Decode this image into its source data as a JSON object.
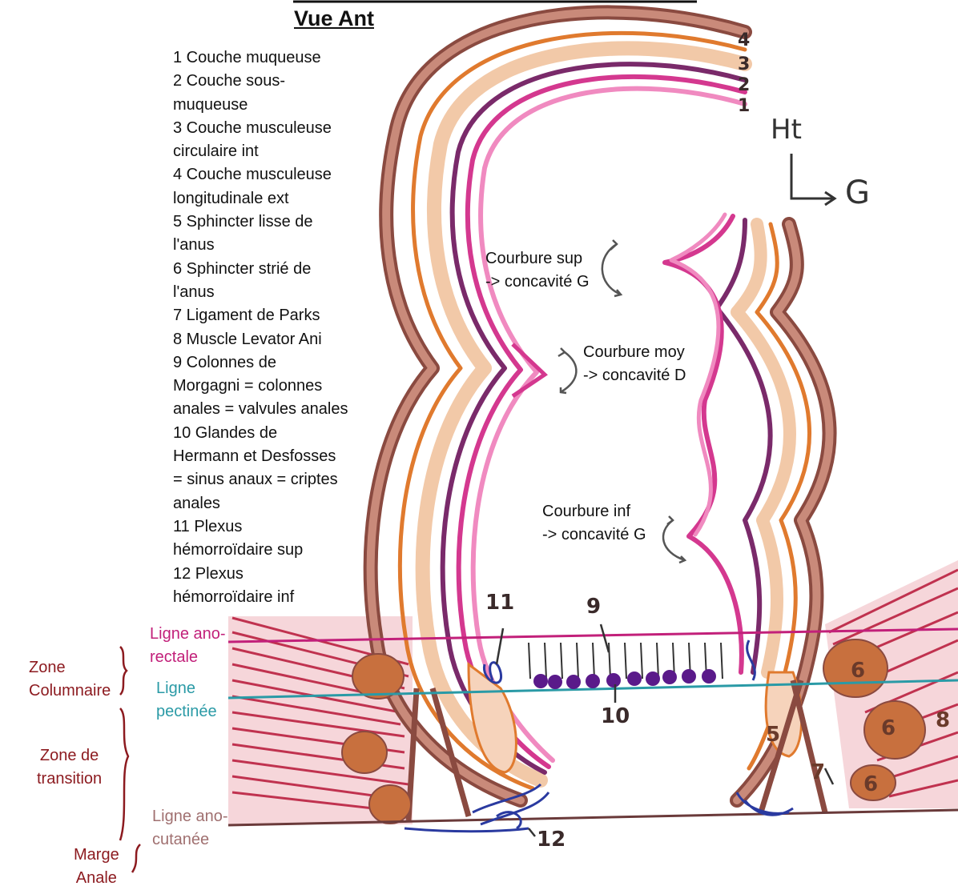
{
  "title": "Vue Ant",
  "legend": [
    "1 Couche muqueuse",
    "2 Couche sous-",
    "muqueuse",
    "3 Couche musculeuse",
    "circulaire int",
    "4 Couche musculeuse",
    "longitudinale ext",
    "5 Sphincter lisse de",
    "l'anus",
    "6 Sphincter strié de",
    "l'anus",
    "7 Ligament de Parks",
    "8 Muscle Levator Ani",
    "9 Colonnes de",
    "Morgagni = colonnes",
    "anales = valvules anales",
    "10 Glandes de",
    "Hermann et Desfosses",
    "= sinus anaux = criptes",
    "anales",
    "11 Plexus",
    "hémorroïdaire sup",
    "12 Plexus",
    "hémorroïdaire inf"
  ],
  "curvatures": {
    "sup": [
      "Courbure sup",
      "-> concavité G"
    ],
    "moy": [
      "Courbure moy",
      "-> concavité D"
    ],
    "inf": [
      "Courbure inf",
      "-> concavité G"
    ]
  },
  "orientation": {
    "up": "Ht",
    "left": "G"
  },
  "lines": {
    "anorectale": [
      "Ligne ano-",
      "rectale"
    ],
    "pectinee": [
      "Ligne",
      "pectinée"
    ],
    "anocutanee": [
      "Ligne ano-",
      "cutanée"
    ]
  },
  "zones": {
    "columnaire": [
      "Zone",
      "Columnaire"
    ],
    "transition": [
      "Zone de",
      "transition"
    ],
    "marge": [
      "Marge",
      "Anale"
    ]
  },
  "layer_numbers": [
    "4",
    "3",
    "2",
    "1"
  ],
  "structure_numbers": {
    "n9": "9",
    "n10": "10",
    "n11": "11",
    "n12": "12",
    "n5": "5",
    "n6a": "6",
    "n6b": "6",
    "n6c": "6",
    "n7": "7",
    "n8": "8"
  },
  "colors": {
    "brown": "#8a4a40",
    "brown_light": "#c98a7a",
    "orange": "#e07a2e",
    "peach": "#f2c9a8",
    "purple": "#7a2a6a",
    "magenta": "#d4388f",
    "pink": "#f08ac0",
    "muscle_red": "#c0324f",
    "nodule": "#c8703e",
    "line_anorectal": "#c2207a",
    "line_pectinee": "#2a9aa6",
    "line_anocutanee": "#6a3a3a",
    "plexus": "#2a3aa0",
    "glands": "#5a1a8a",
    "zone_text": "#8c1a1f"
  }
}
